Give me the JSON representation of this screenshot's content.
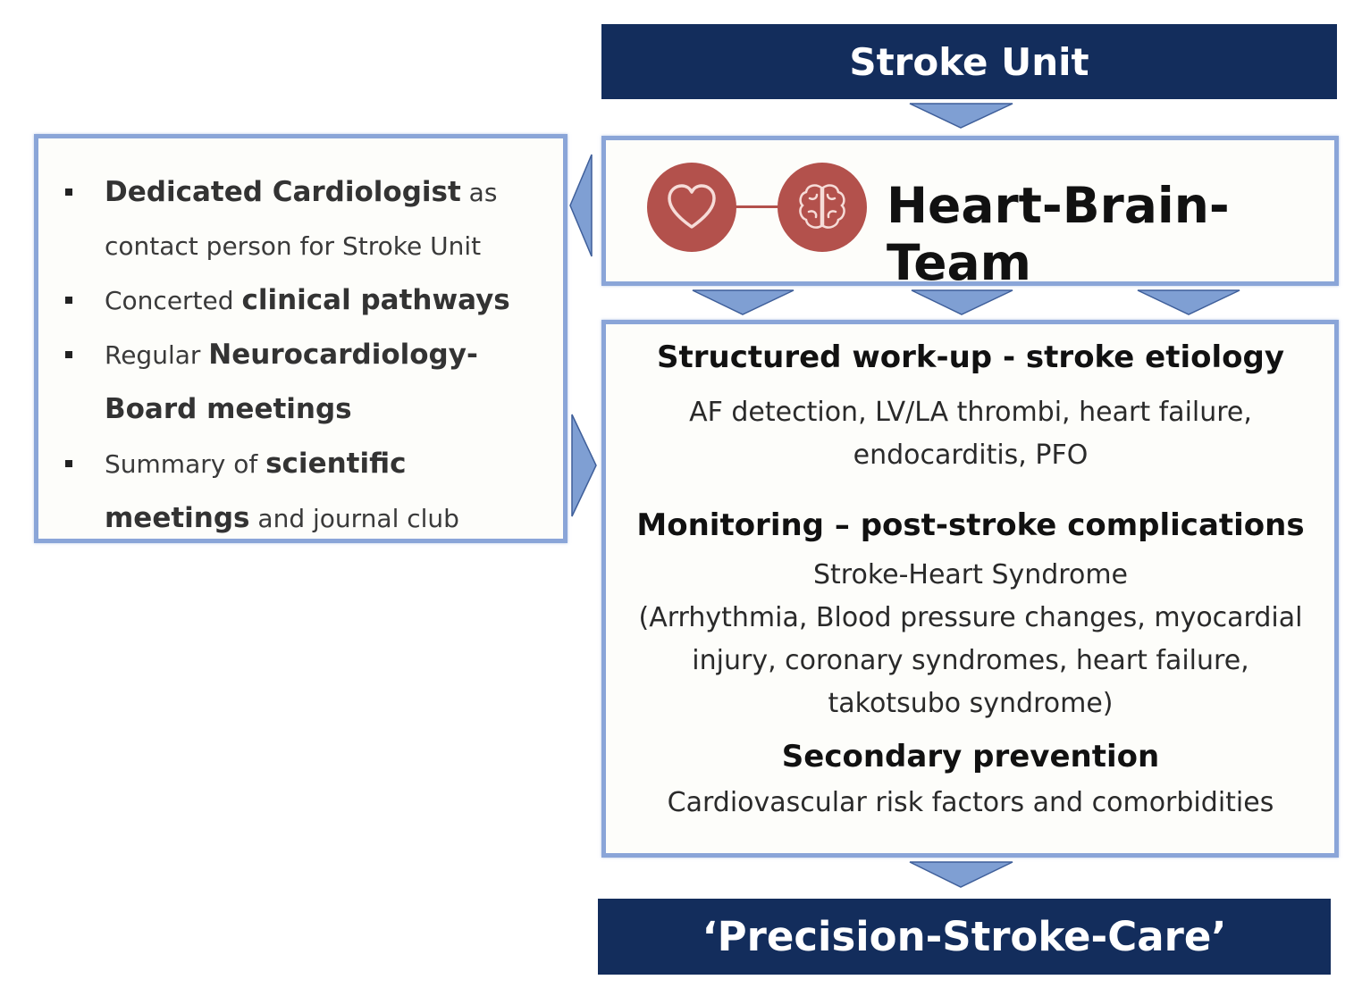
{
  "header": {
    "title": "Stroke Unit"
  },
  "heart_brain_team": {
    "title": "Heart-Brain-Team",
    "icons": [
      "heart-icon",
      "brain-icon"
    ],
    "accent_color": "#b3514c"
  },
  "left_panel": {
    "items": [
      {
        "bold": "Dedicated Cardiologist",
        "pre": "",
        "post": " as contact person for Stroke Unit"
      },
      {
        "pre": "Concerted ",
        "bold": "clinical pathways",
        "post": ""
      },
      {
        "pre": "Regular ",
        "bold": "Neurocardiology-Board meetings",
        "post": ""
      },
      {
        "pre": "Summary of ",
        "bold": "scientific meetings",
        "post": " and journal club"
      }
    ]
  },
  "main_box": {
    "workup": {
      "heading": "Structured work-up - stroke etiology",
      "line1": "AF detection, LV/LA thrombi, heart failure,",
      "line2": "endocarditis, PFO"
    },
    "monitoring": {
      "heading": "Monitoring – post-stroke complications",
      "line1": "Stroke-Heart Syndrome",
      "line2": "(Arrhythmia, Blood pressure changes, myocardial",
      "line3": "injury, coronary syndromes, heart failure,",
      "line4": "takotsubo syndrome)"
    },
    "prevention": {
      "heading": "Secondary prevention",
      "line1": "Cardiovascular risk factors and comorbidities"
    }
  },
  "footer": {
    "title": "‘Precision-Stroke-Care’"
  },
  "colors": {
    "navy": "#132d5c",
    "border": "#8aa5d8",
    "arrow": "#7f9fd3"
  }
}
